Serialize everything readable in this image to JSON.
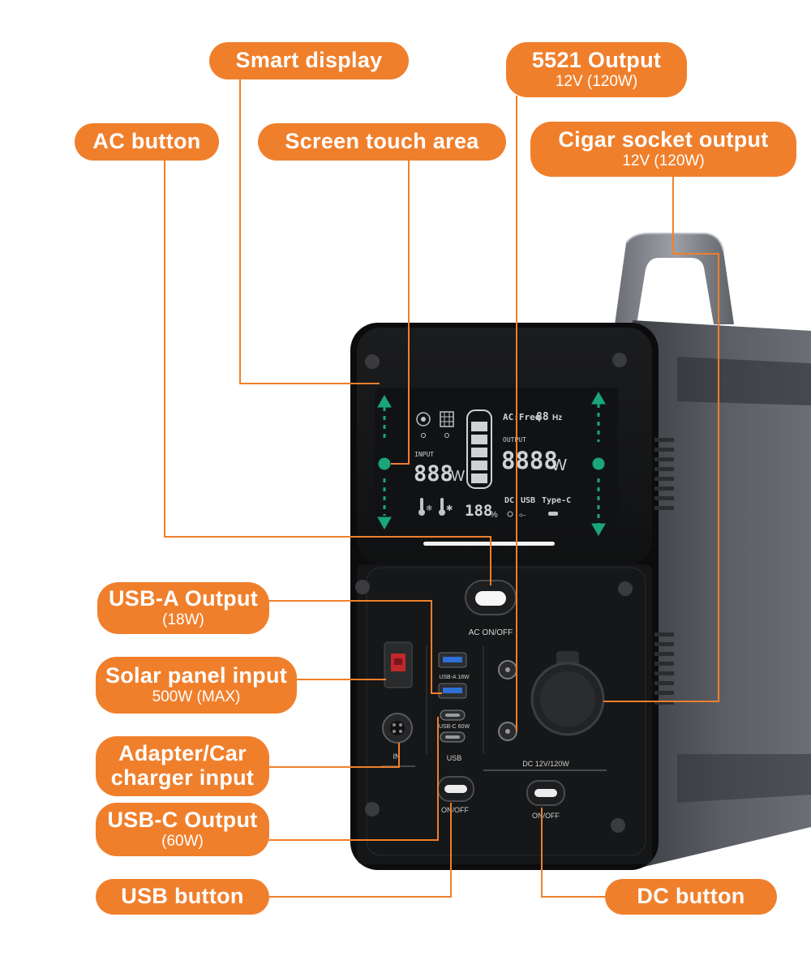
{
  "labels": {
    "smart_display": "Smart display",
    "ac_button": "AC button",
    "screen_touch_area": "Screen touch area",
    "output_5521": {
      "title": "5521 Output",
      "sub": "12V  (120W)"
    },
    "cigar_socket": {
      "title": "Cigar socket output",
      "sub": "12V  (120W)"
    },
    "usb_a_output": {
      "title": "USB-A Output",
      "sub": "(18W)"
    },
    "solar_input": {
      "title": "Solar panel input",
      "sub": "500W (MAX)"
    },
    "adapter_input": {
      "line1": "Adapter/Car",
      "line2": "charger input"
    },
    "usb_c_output": {
      "title": "USB-C Output",
      "sub": "(60W)"
    },
    "usb_button": "USB button",
    "dc_button": "DC button"
  },
  "device": {
    "display": {
      "ac_freq": "AC:Freq",
      "freq_digits": "88",
      "freq_unit": "Hz",
      "input_label": "INPUT",
      "input_digits": "888",
      "input_unit": "W",
      "output_label": "OUTPUT",
      "output_digits": "8888",
      "output_unit": "W",
      "battery_pct": "188",
      "pct_unit": "%",
      "dc_label": "DC",
      "usb_label": "USB",
      "typec_label": "Type-C"
    },
    "ac_on_off": "AC ON/OFF",
    "usb_a_port_label": "USB-A 18W",
    "usb_c_port_label": "USB-C 60W",
    "usb_group_label": "USB",
    "dc_group_label": "DC 12V/120W",
    "in_label": "IN",
    "usb_switch_label": "ON/OFF",
    "dc_switch_label": "ON/OFF"
  },
  "colors": {
    "label_bg": "#f07f2c",
    "leader_line": "#f07f2c",
    "arrow_green": "#1aa57d",
    "device_body": "#151515",
    "side_panel": "#4a4d52"
  }
}
